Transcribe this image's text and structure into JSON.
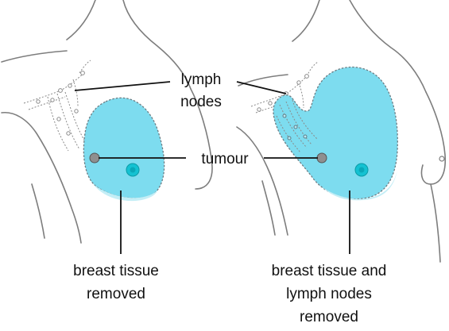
{
  "labels": {
    "lymph_nodes_line1": "lymph",
    "lymph_nodes_line2": "nodes",
    "tumour": "tumour",
    "left_caption_line1": "breast tissue",
    "left_caption_line2": "removed",
    "right_caption_line1": "breast tissue and",
    "right_caption_line2": "lymph nodes",
    "right_caption_line3": "removed"
  },
  "colors": {
    "removed_tissue": "#7ddcef",
    "outline": "#7d7d7d",
    "nipple": "#14c2d2",
    "tumour": "#8f8f8f",
    "text": "#111111"
  }
}
